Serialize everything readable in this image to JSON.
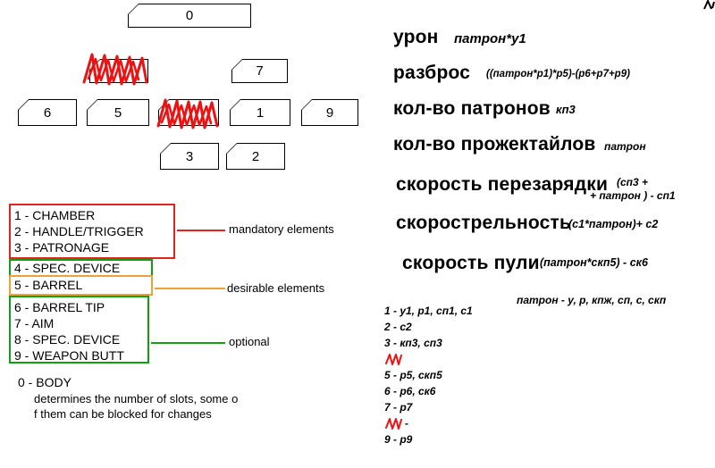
{
  "colors": {
    "mandatory_red": "#e2231a",
    "desirable_orange": "#eda238",
    "optional_green": "#12a012",
    "scribble_red": "#ee1111"
  },
  "schematic": {
    "slot_labels": {
      "s0": "0",
      "s1": "1",
      "s2": "2",
      "s3": "3",
      "s5": "5",
      "s6": "6",
      "s7": "7",
      "s9": "9"
    }
  },
  "legend": {
    "mandatory": {
      "items": [
        "1 - CHAMBER",
        "2 - HANDLE/TRIGGER",
        "3 - PATRONAGE"
      ],
      "label": "mandatory elements"
    },
    "desirable": {
      "item4": "4 - SPEC. DEVICE",
      "item5": "5 - BARREL",
      "label": "desirable elements"
    },
    "optional": {
      "items": [
        "6 - BARREL TIP",
        "7 - AIM",
        "8 - SPEC. DEVICE",
        "9 - WEAPON BUTT"
      ],
      "label": "optional"
    },
    "body": {
      "title": "0 - BODY",
      "note_line1": "determines the number of slots, some o",
      "note_line2": "f them can be blocked for changes"
    }
  },
  "formulas": [
    {
      "name": "урон",
      "expr": "патрон*у1"
    },
    {
      "name": "разброс",
      "expr": "((патрон*р1)*р5)-(р6+р7+р9)"
    },
    {
      "name": "кол-во патронов",
      "expr": "кп3"
    },
    {
      "name": "кол-во прожектайлов",
      "expr": "патрон"
    },
    {
      "name": "скорость перезарядки",
      "expr_line1": "(сп3 +",
      "expr_line2": "+ патрон ) - сп1"
    },
    {
      "name": "скорострельность",
      "expr": "(с1*патрон)+ с2"
    },
    {
      "name": "скорость пули",
      "expr": "(патрон*скп5) - ск6"
    }
  ],
  "variables": {
    "note": "патрон - у, р, кпж, сп, с, скп",
    "per_slot": [
      "1 - у1, р1, сп1, с1",
      "2 - с2",
      "3 - кп3, сп3",
      "",
      "5 - р5, скп5",
      "6 - р6, ск6",
      "7 - р7",
      "-",
      "9 - р9"
    ]
  }
}
